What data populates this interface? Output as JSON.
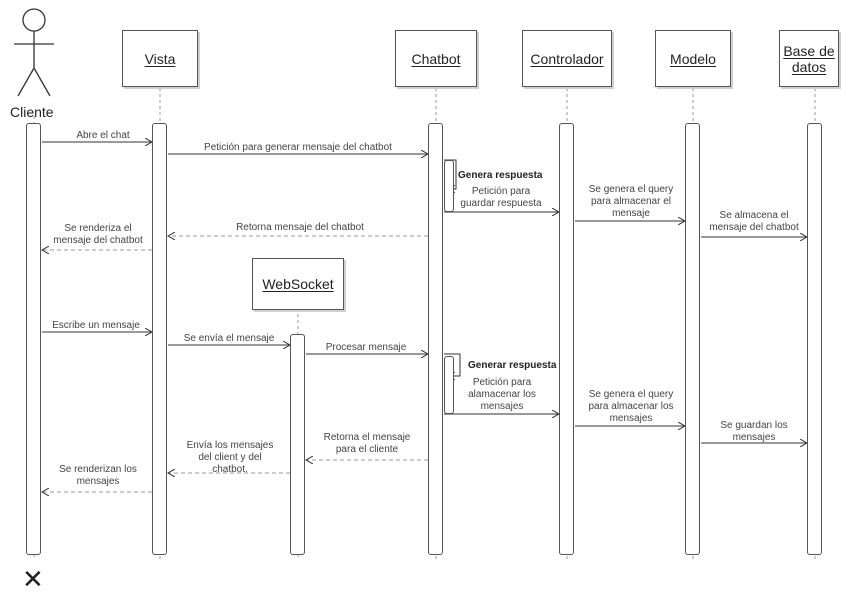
{
  "participants": {
    "actor": "Cliente",
    "vista": "Vista",
    "chatbot": "Chatbot",
    "controlador": "Controlador",
    "modelo": "Modelo",
    "base_datos": "Base de\ndatos",
    "websocket": "WebSocket"
  },
  "messages": {
    "m1": "Abre el chat",
    "m2": "Petición para generar mensaje del chatbot",
    "m3": "Genera respuesta",
    "m4": "Petición para\nguardar respuesta",
    "m5": "Se genera el query\npara almacenar el\nmensaje",
    "m6": "Se almacena el\nmensaje del chatbot",
    "m7": "Retorna mensaje del chatbot",
    "m8": "Se renderiza el\nmensaje del chatbot",
    "m9": "Escribe un mensaje",
    "m10": "Se envía el mensaje",
    "m11": "Procesar mensaje",
    "m12": "Generar respuesta",
    "m13": "Petición para\nalamacenar los\nmensajes",
    "m14": "Se genera el query\npara almacenar los\nmensajes",
    "m15": "Se guardan los\nmensajes",
    "m16": "Retorna el mensaje\npara el cliente",
    "m17": "Envía los mensajes\ndel client y del\nchatbot.",
    "m18": "Se renderizan los\nmensajes"
  },
  "end_marker": "✕"
}
